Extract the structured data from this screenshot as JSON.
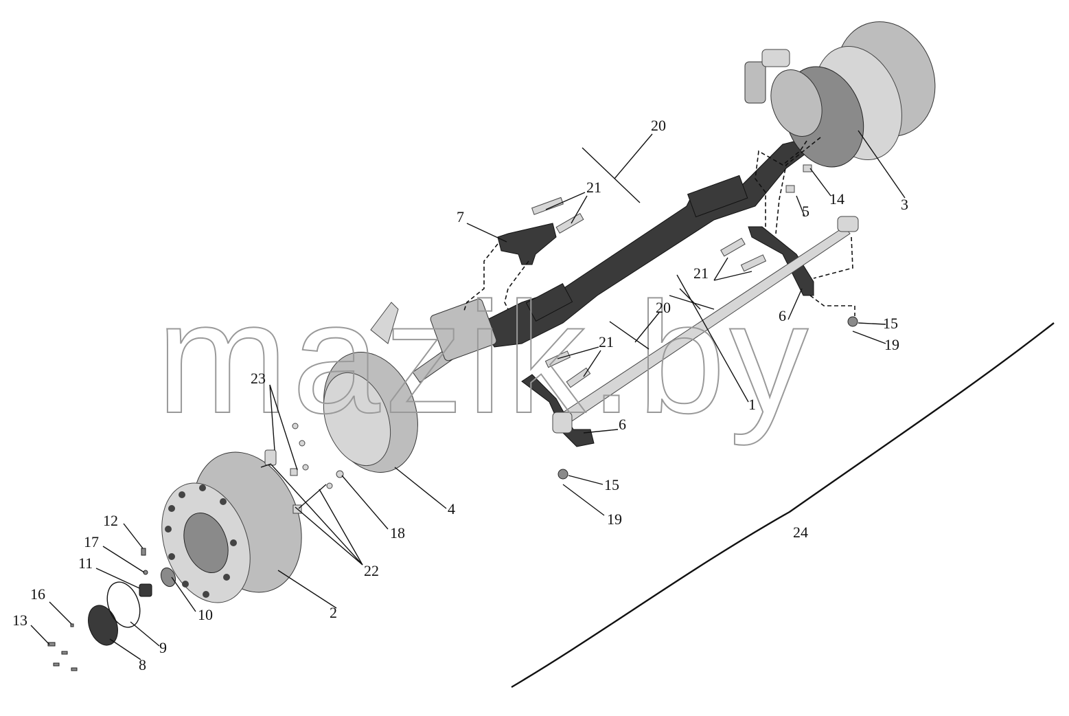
{
  "watermark": "mazik.by",
  "callouts": [
    {
      "id": "c1",
      "label": "1"
    },
    {
      "id": "c2",
      "label": "2"
    },
    {
      "id": "c3",
      "label": "3"
    },
    {
      "id": "c4",
      "label": "4"
    },
    {
      "id": "c5",
      "label": "5"
    },
    {
      "id": "c6a",
      "label": "6"
    },
    {
      "id": "c6b",
      "label": "6"
    },
    {
      "id": "c7",
      "label": "7"
    },
    {
      "id": "c8",
      "label": "8"
    },
    {
      "id": "c9",
      "label": "9"
    },
    {
      "id": "c10",
      "label": "10"
    },
    {
      "id": "c11",
      "label": "11"
    },
    {
      "id": "c12",
      "label": "12"
    },
    {
      "id": "c13",
      "label": "13"
    },
    {
      "id": "c14",
      "label": "14"
    },
    {
      "id": "c15a",
      "label": "15"
    },
    {
      "id": "c15b",
      "label": "15"
    },
    {
      "id": "c16",
      "label": "16"
    },
    {
      "id": "c17",
      "label": "17"
    },
    {
      "id": "c18",
      "label": "18"
    },
    {
      "id": "c19a",
      "label": "19"
    },
    {
      "id": "c19b",
      "label": "19"
    },
    {
      "id": "c20a",
      "label": "20"
    },
    {
      "id": "c20b",
      "label": "20"
    },
    {
      "id": "c21a",
      "label": "21"
    },
    {
      "id": "c21b",
      "label": "21"
    },
    {
      "id": "c21c",
      "label": "21"
    },
    {
      "id": "c22",
      "label": "22"
    },
    {
      "id": "c23",
      "label": "23"
    },
    {
      "id": "c24",
      "label": "24"
    }
  ]
}
